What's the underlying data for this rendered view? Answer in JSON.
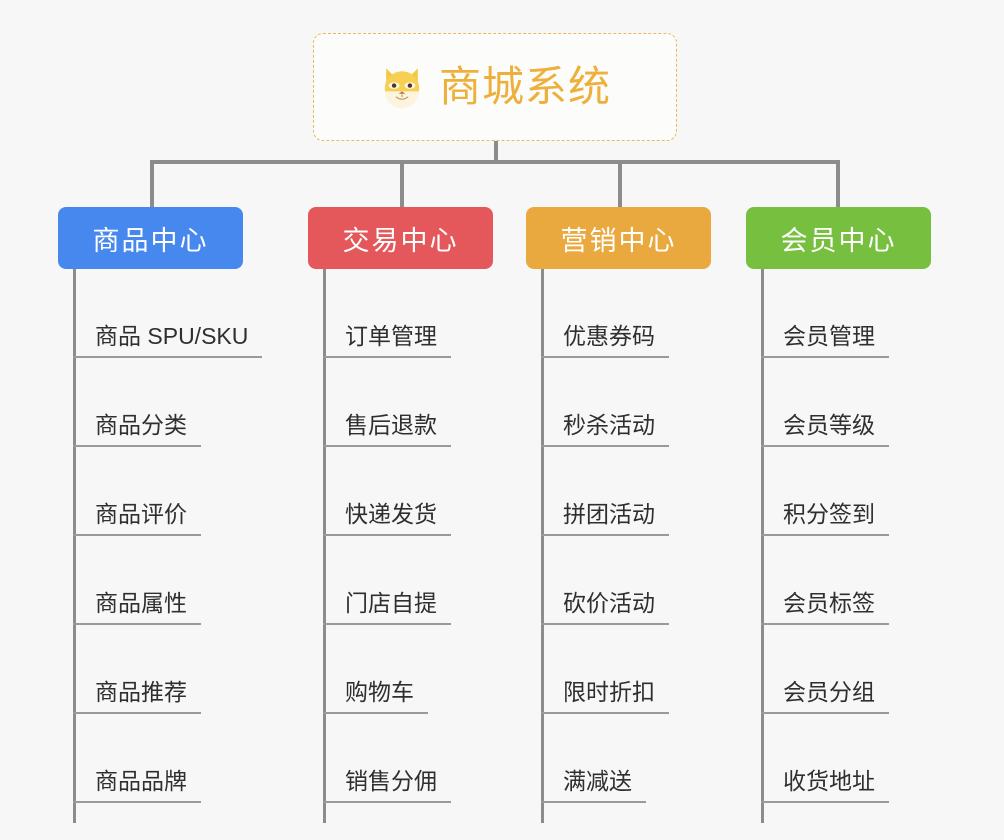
{
  "root": {
    "title": "商城系统",
    "icon": "shiba-dog-emoji",
    "title_color": "#eeb03c",
    "border_color": "#e8b95c"
  },
  "background_color": "#f7f7f7",
  "connector_color": "#8c8c8c",
  "columns": [
    {
      "label": "商品中心",
      "color": "#4788ee",
      "items": [
        "商品 SPU/SKU",
        "商品分类",
        "商品评价",
        "商品属性",
        "商品推荐",
        "商品品牌"
      ]
    },
    {
      "label": "交易中心",
      "color": "#e4575a",
      "items": [
        "订单管理",
        "售后退款",
        "快递发货",
        "门店自提",
        "购物车",
        "销售分佣"
      ]
    },
    {
      "label": "营销中心",
      "color": "#eaa93f",
      "items": [
        "优惠券码",
        "秒杀活动",
        "拼团活动",
        "砍价活动",
        "限时折扣",
        "满减送"
      ]
    },
    {
      "label": "会员中心",
      "color": "#77c03f",
      "items": [
        "会员管理",
        "会员等级",
        "积分签到",
        "会员标签",
        "会员分组",
        "收货地址"
      ]
    }
  ]
}
